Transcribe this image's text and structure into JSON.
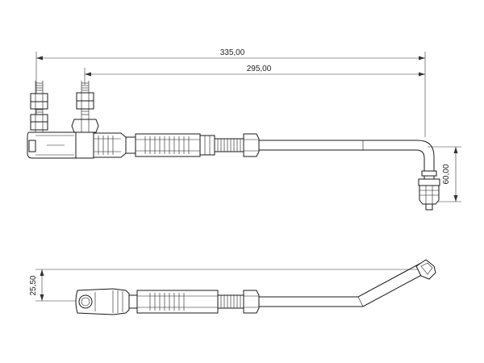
{
  "dimensions": {
    "overall_length": "335,00",
    "center_length": "295,00",
    "offset_height": "60,00",
    "side_offset": "25,50"
  }
}
